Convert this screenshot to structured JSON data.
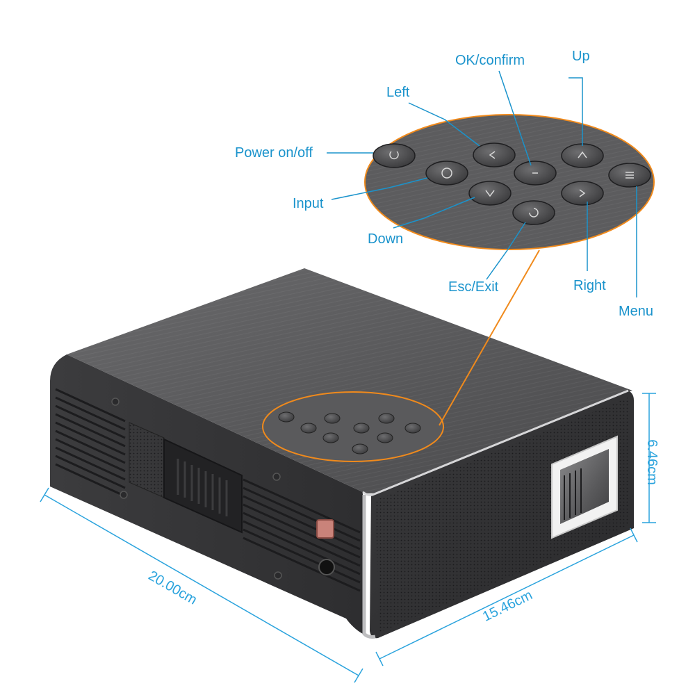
{
  "colors": {
    "label": "#1a93cc",
    "dimension": "#2aa3dd",
    "callout": "#f08a1c",
    "body": "#4a4a4c"
  },
  "buttons": {
    "power": "Power on/off",
    "input": "Input",
    "down": "Down",
    "left": "Left",
    "ok": "OK/confirm",
    "up": "Up",
    "esc": "Esc/Exit",
    "right": "Right",
    "menu": "Menu"
  },
  "dimensions": {
    "length": "20.00cm",
    "width": "15.46cm",
    "height": "6.46cm"
  }
}
